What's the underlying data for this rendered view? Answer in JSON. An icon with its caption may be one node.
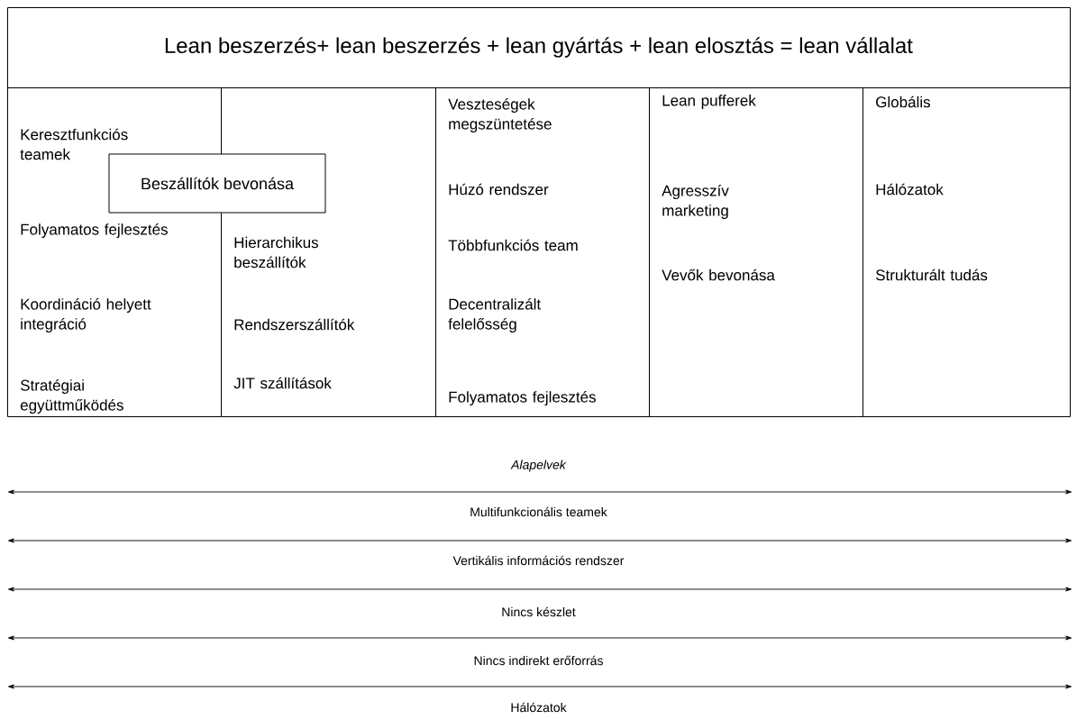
{
  "diagram": {
    "nodes": [
      {
        "text": [
          "Lean beszerzés+ lean beszerzés  +  lean gyártás    +  lean elosztás  =   lean vállalat"
        ]
      },
      {
        "text": [
          "Keresztfunkciós teamek",
          "Folyamatos fejlesztés",
          "Koordináció helyett integráció",
          "Stratégiai együttműködés"
        ]
      },
      {
        "text": [
          "Hierarchikus beszállítók",
          "Rendszerszállítók",
          "JIT szállítások"
        ]
      },
      {
        "text": [
          "Veszteségek megszüntetése",
          "Húzó rendszer",
          "Többfunkciós team",
          "Decentralizált felelősség",
          "Folyamatos fejlesztés"
        ]
      },
      {
        "text": [
          "Lean pufferek",
          "Agresszív marketing",
          "Vevők bevonása"
        ]
      },
      {
        "text": [
          "Globális",
          "Hálózatok",
          "Strukturált tudás"
        ]
      },
      {
        "text": [
          "Beszállítók bevonása"
        ]
      }
    ],
    "edges": [],
    "labels": [
      "Alapelvek",
      "Multifunkcionális teamek",
      "Vertikális információs rendszer",
      "Nincs készlet",
      "Nincs indirekt erőforrás",
      "Hálózatok"
    ]
  }
}
